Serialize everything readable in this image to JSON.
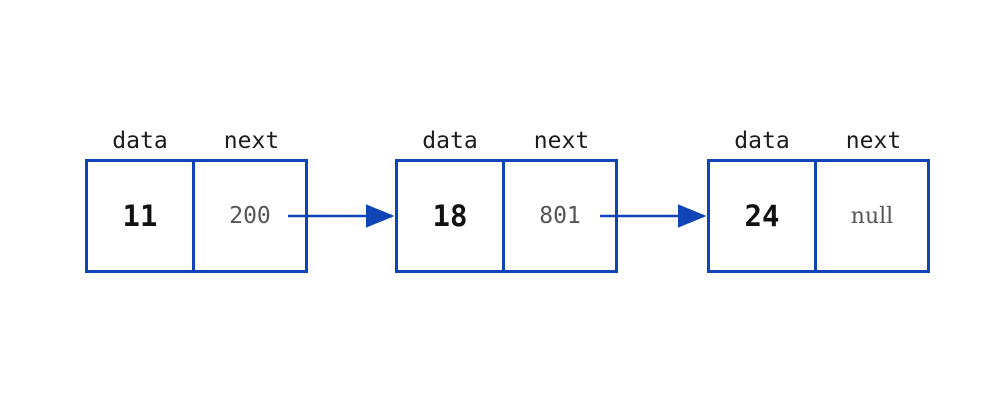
{
  "diagram": {
    "type": "singly-linked-list",
    "colors": {
      "accent": "#1043b5",
      "value_text": "#111111",
      "pointer_text": "#555555",
      "label_text": "#1c1c1c",
      "background": "#ffffff"
    },
    "field_labels": {
      "data": "data",
      "next": "next"
    },
    "nodes": [
      {
        "data": "11",
        "next": "200"
      },
      {
        "data": "18",
        "next": "801"
      },
      {
        "data": "24",
        "next": "null"
      }
    ],
    "arrows": [
      {
        "from_node": 1,
        "to_node": 2
      },
      {
        "from_node": 2,
        "to_node": 3
      }
    ]
  }
}
